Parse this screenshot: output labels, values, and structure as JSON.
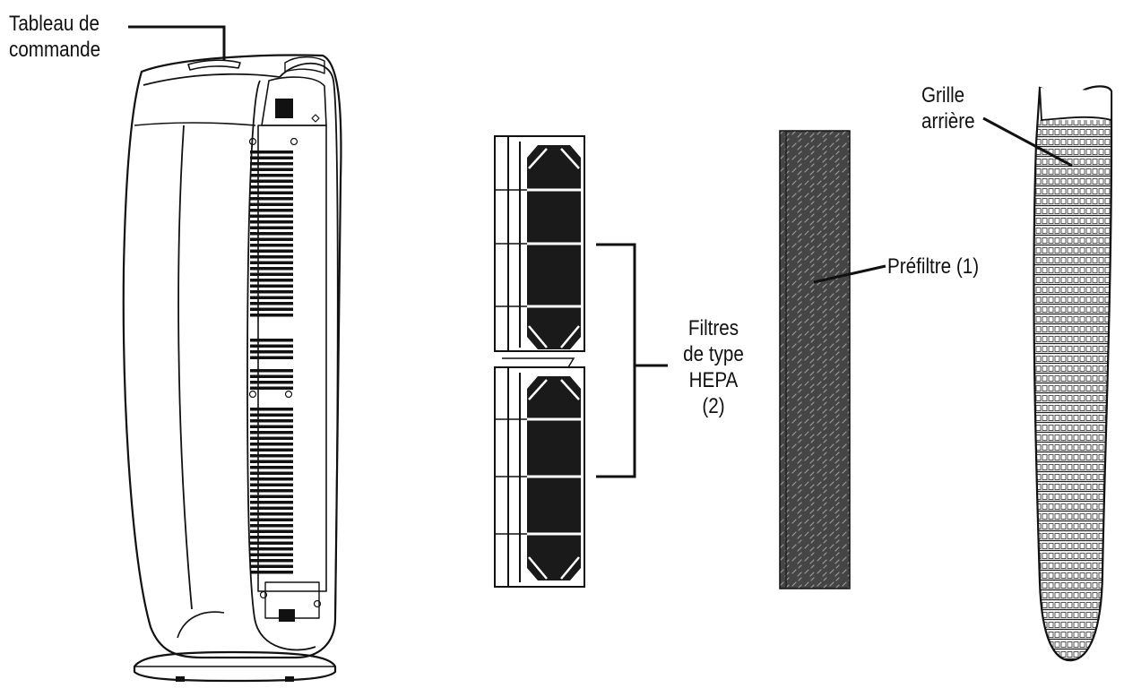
{
  "labels": {
    "control_panel_line1": "Tableau de",
    "control_panel_line2": "commande",
    "back_grille_line1": "Grille",
    "back_grille_line2": "arrière",
    "prefilter": "Préfiltre (1)",
    "hepa_line1": "Filtres",
    "hepa_line2": "de type",
    "hepa_line3": "HEPA",
    "hepa_line4": "(2)"
  },
  "colors": {
    "outline": "#111111",
    "filter_media": "#1a1a1a",
    "prefilter_fill": "#4a4a4a",
    "background": "#ffffff"
  }
}
